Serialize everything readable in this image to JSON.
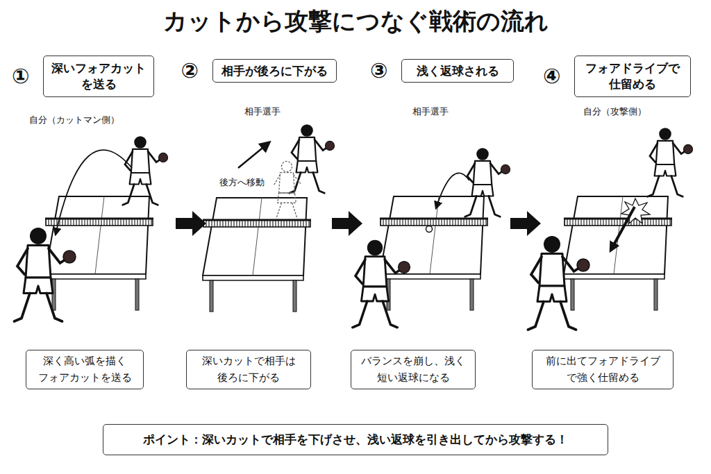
{
  "diagram": {
    "title": "カットから攻撃につなぐ戦術の流れ",
    "nodes": [
      {
        "text": [
          "①",
          "深いフォアカット を送る"
        ]
      },
      {
        "text": [
          "②",
          "相手が後ろに下がる"
        ]
      },
      {
        "text": [
          "③",
          "浅く返球される"
        ]
      },
      {
        "text": [
          "④",
          "フォアドライブで 仕留める"
        ]
      },
      {
        "text": [
          "深く高い弧を描く フォアカットを送る"
        ]
      },
      {
        "text": [
          "深いカットで相手は 後ろに下がる"
        ]
      },
      {
        "text": [
          "バランスを崩し、浅く 短い返球になる"
        ]
      },
      {
        "text": [
          "前に出てフォアドライブ で強く仕留める"
        ]
      },
      {
        "text": [
          "ポイント：深いカットで相手を下げさせ、浅い返球を引き出してから攻撃する！"
        ]
      }
    ],
    "labels": [
      "自分（カットマン側）",
      "相手選手",
      "後方へ移動",
      "相手選手",
      "自分（攻撃側）"
    ]
  }
}
